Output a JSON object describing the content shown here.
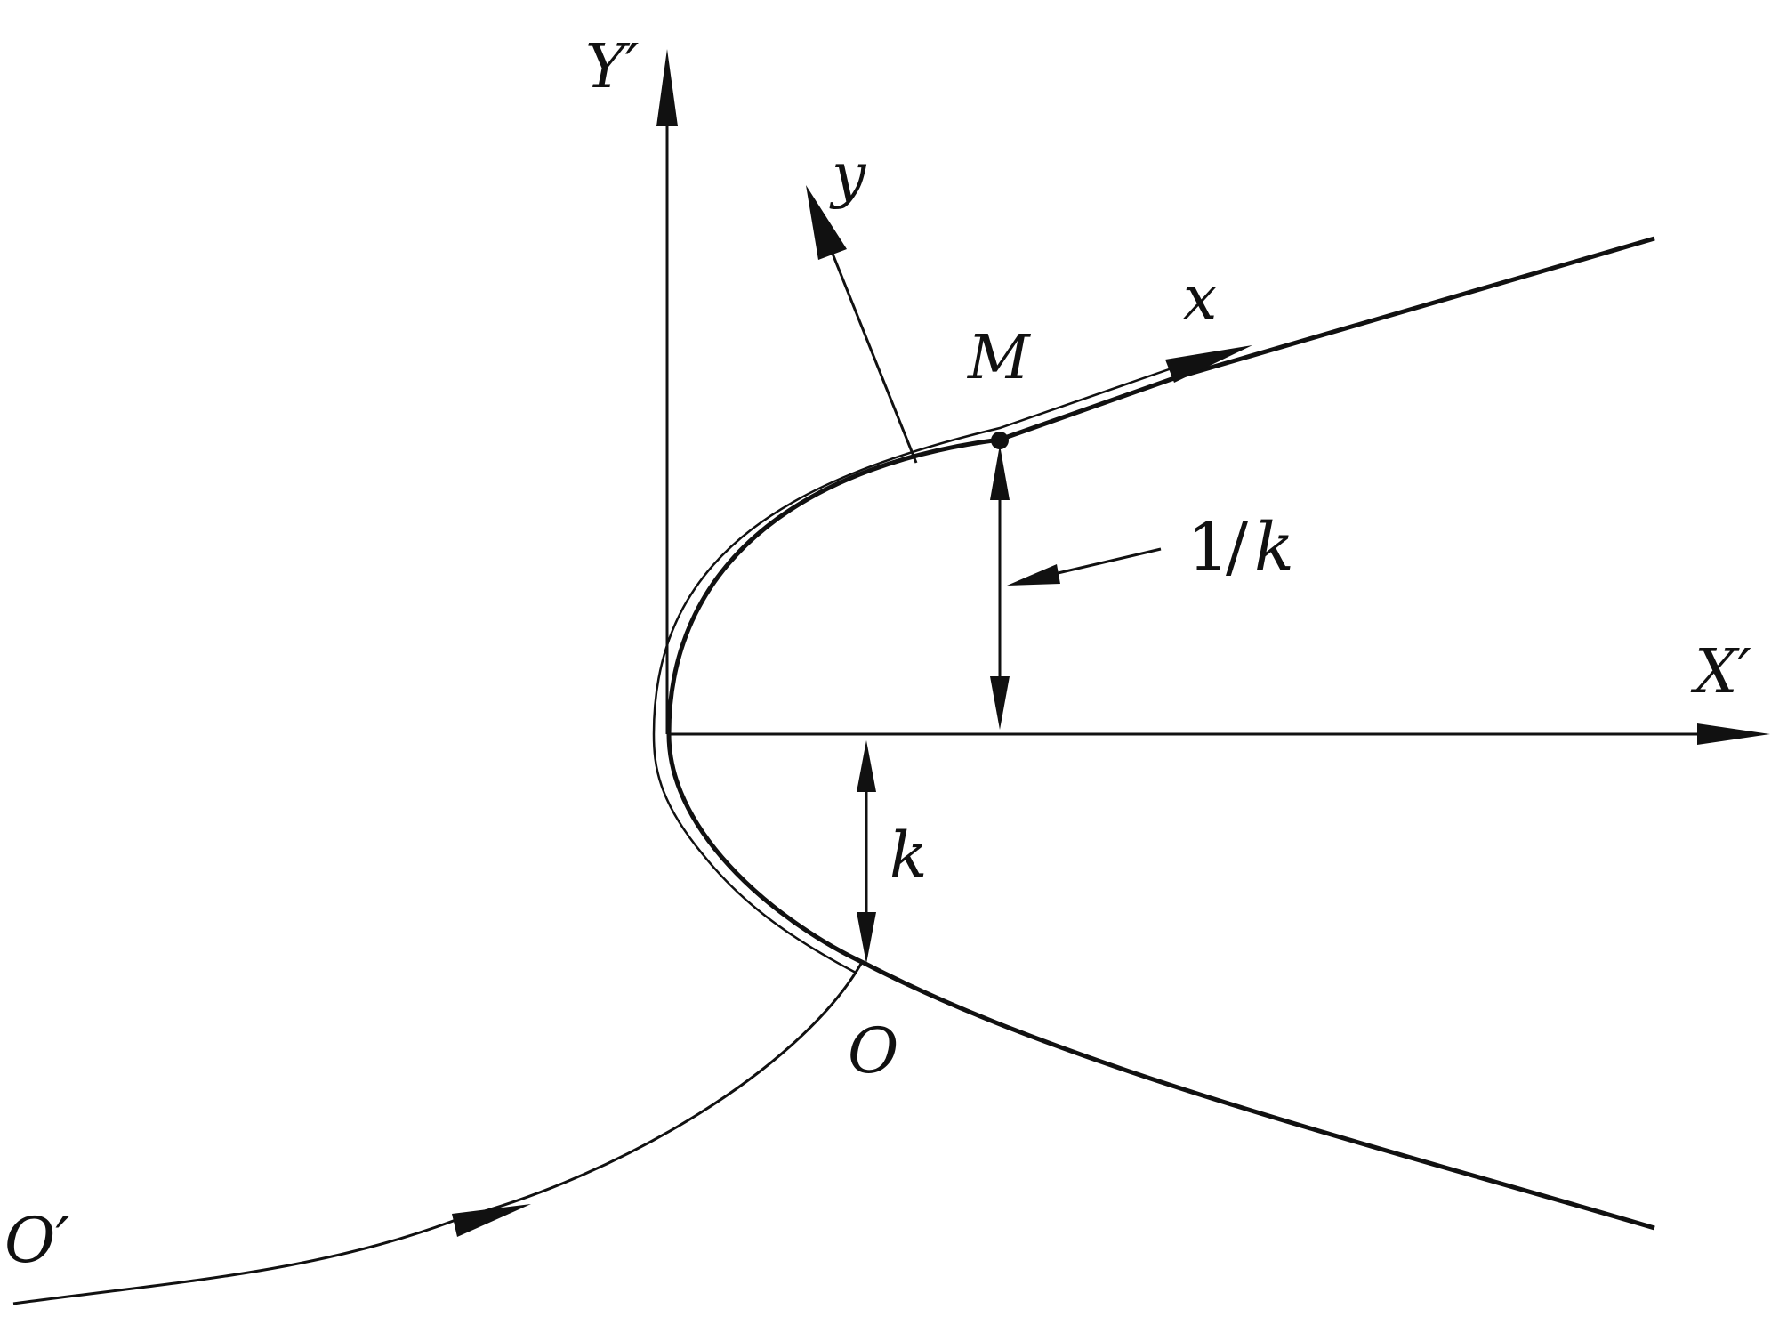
{
  "labels": {
    "Y_prime": "Y′",
    "X_prime": "X′",
    "y": "y",
    "x": "x",
    "M": "M",
    "one": "1",
    "slash": "/",
    "k_of_one_over_k": "k",
    "k": "k",
    "O": "O",
    "O_prime": "O′"
  },
  "colors": {
    "ink": "#111111",
    "background": "#ffffff"
  }
}
